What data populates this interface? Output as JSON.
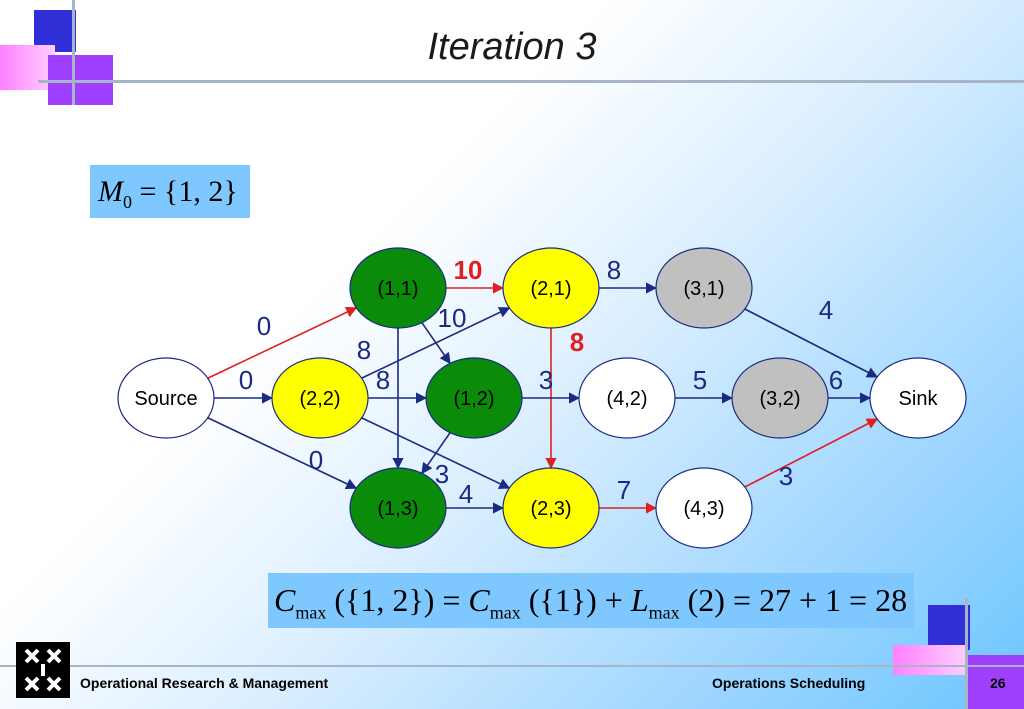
{
  "slide": {
    "title": "Iteration 3",
    "m0_formula": {
      "M": "M",
      "sub": "0",
      "rest": " = {1, 2}"
    },
    "cmax_formula": {
      "C1": "C",
      "sub1": "max",
      "part1": " ({1, 2}) = ",
      "C2": "C",
      "sub2": "max",
      "part2": " ({1}) + ",
      "L": "L",
      "sub3": "max",
      "part3": " (2) = 27 + 1 = 28"
    },
    "footer_left": "Operational Research & Management",
    "footer_right": "Operations Scheduling",
    "page_number": "26"
  },
  "colors": {
    "green": "#0a8c0a",
    "yellow": "#ffff00",
    "gray": "#c0c0c0",
    "white": "#ffffff",
    "arrow_blue": "#1a2a80",
    "arrow_red": "#e02020",
    "label_blue": "#1a2a80",
    "label_red": "#e02020"
  },
  "nodes": [
    {
      "id": "source",
      "label": "Source",
      "fill": "white"
    },
    {
      "id": "n11",
      "label": "(1,1)",
      "fill": "green"
    },
    {
      "id": "n21",
      "label": "(2,1)",
      "fill": "yellow"
    },
    {
      "id": "n31",
      "label": "(3,1)",
      "fill": "gray"
    },
    {
      "id": "n22",
      "label": "(2,2)",
      "fill": "yellow"
    },
    {
      "id": "n12",
      "label": "(1,2)",
      "fill": "green"
    },
    {
      "id": "n42",
      "label": "(4,2)",
      "fill": "white"
    },
    {
      "id": "n32",
      "label": "(3,2)",
      "fill": "gray"
    },
    {
      "id": "sink",
      "label": "Sink",
      "fill": "white"
    },
    {
      "id": "n13",
      "label": "(1,3)",
      "fill": "green"
    },
    {
      "id": "n23",
      "label": "(2,3)",
      "fill": "yellow"
    },
    {
      "id": "n43",
      "label": "(4,3)",
      "fill": "white"
    }
  ],
  "edges": [
    {
      "from": "source",
      "to": "n11",
      "color": "red"
    },
    {
      "from": "source",
      "to": "n22",
      "color": "blue"
    },
    {
      "from": "source",
      "to": "n13",
      "color": "blue"
    },
    {
      "from": "n11",
      "to": "n21",
      "color": "red"
    },
    {
      "from": "n11",
      "to": "n12",
      "color": "blue"
    },
    {
      "from": "n11",
      "to": "n13",
      "color": "blue"
    },
    {
      "from": "n21",
      "to": "n31",
      "color": "blue"
    },
    {
      "from": "n21",
      "to": "n23",
      "color": "red"
    },
    {
      "from": "n31",
      "to": "sink",
      "color": "blue"
    },
    {
      "from": "n22",
      "to": "n21",
      "color": "blue"
    },
    {
      "from": "n22",
      "to": "n12",
      "color": "blue"
    },
    {
      "from": "n22",
      "to": "n23",
      "color": "blue"
    },
    {
      "from": "n12",
      "to": "n42",
      "color": "blue"
    },
    {
      "from": "n12",
      "to": "n13",
      "color": "blue"
    },
    {
      "from": "n42",
      "to": "n32",
      "color": "blue"
    },
    {
      "from": "n32",
      "to": "sink",
      "color": "blue"
    },
    {
      "from": "n13",
      "to": "n23",
      "color": "blue"
    },
    {
      "from": "n23",
      "to": "n43",
      "color": "red"
    },
    {
      "from": "n43",
      "to": "sink",
      "color": "red"
    }
  ],
  "edge_labels": [
    {
      "text": "10",
      "color": "red",
      "bold": true
    },
    {
      "text": "8",
      "color": "blue",
      "bold": false
    },
    {
      "text": "0",
      "color": "blue",
      "bold": false
    },
    {
      "text": "10",
      "color": "blue",
      "bold": false
    },
    {
      "text": "4",
      "color": "blue",
      "bold": false
    },
    {
      "text": "8",
      "color": "blue",
      "bold": false
    },
    {
      "text": "8",
      "color": "red",
      "bold": true
    },
    {
      "text": "0",
      "color": "blue",
      "bold": false
    },
    {
      "text": "8",
      "color": "blue",
      "bold": false
    },
    {
      "text": "3",
      "color": "blue",
      "bold": false
    },
    {
      "text": "5",
      "color": "blue",
      "bold": false
    },
    {
      "text": "6",
      "color": "blue",
      "bold": false
    },
    {
      "text": "0",
      "color": "blue",
      "bold": false
    },
    {
      "text": "3",
      "color": "blue",
      "bold": false
    },
    {
      "text": "4",
      "color": "blue",
      "bold": false
    },
    {
      "text": "7",
      "color": "blue",
      "bold": false
    },
    {
      "text": "3",
      "color": "blue",
      "bold": false
    }
  ]
}
